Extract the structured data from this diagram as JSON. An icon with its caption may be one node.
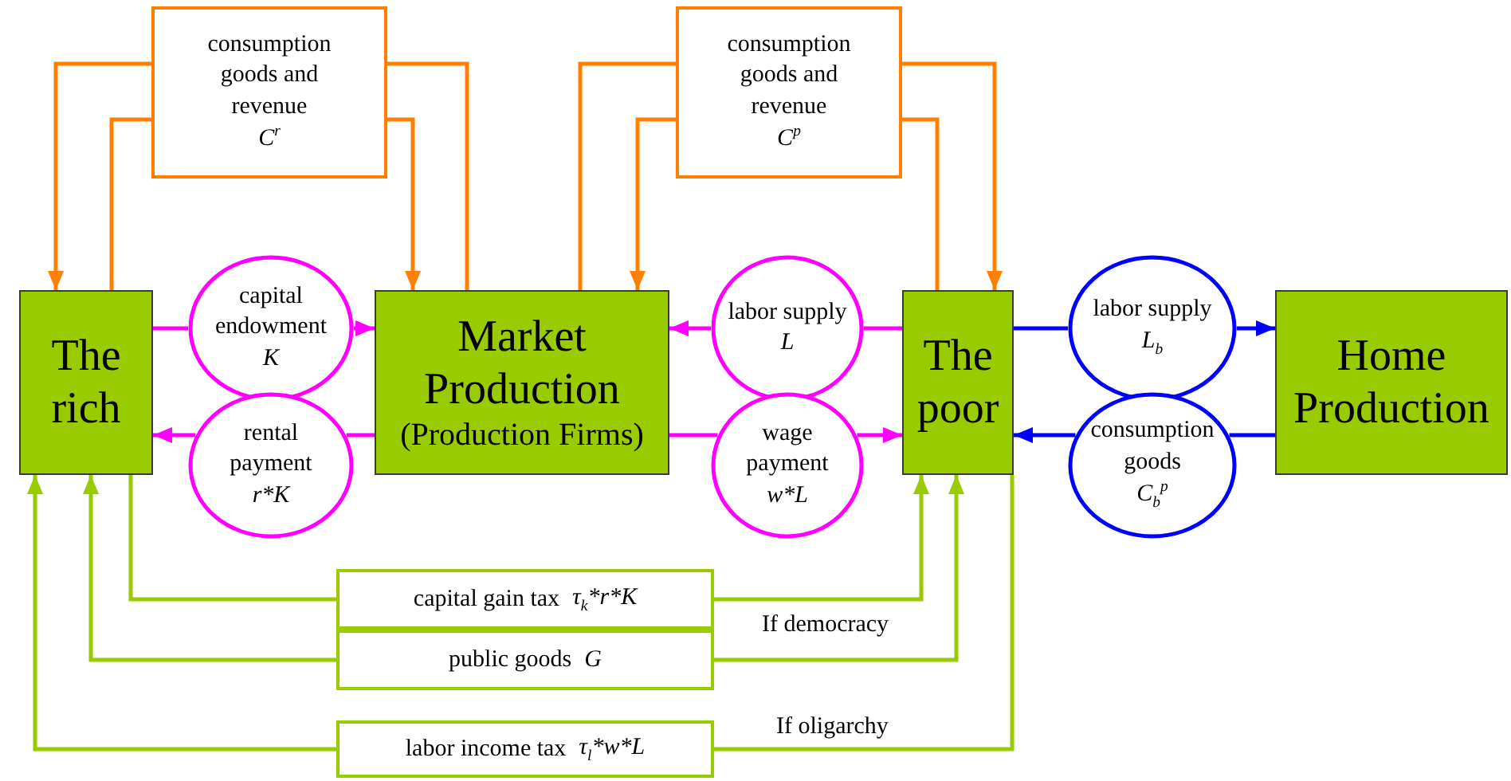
{
  "diagram": {
    "nodes": [
      {
        "text": [
          "The rich"
        ]
      },
      {
        "text": [
          "Market Production",
          "(Production Firms)"
        ]
      },
      {
        "text": [
          "The poor"
        ]
      },
      {
        "text": [
          "Home Production"
        ]
      },
      {
        "text": [
          "consumption goods and revenue",
          "C$^{r}$"
        ]
      },
      {
        "text": [
          "consumption goods and revenue",
          "C$^{p}$"
        ]
      },
      {
        "text": [
          "capital endowment",
          "K"
        ]
      },
      {
        "text": [
          "rental payment",
          "r*K"
        ]
      },
      {
        "text": [
          "labor supply",
          "L"
        ]
      },
      {
        "text": [
          "wage payment",
          "w*L"
        ]
      },
      {
        "text": [
          "labor supply",
          "L$_{b}$"
        ]
      },
      {
        "text": [
          "consumption goods",
          "C$_{b}$$^{p}$"
        ]
      },
      {
        "text": [
          "capital gain tax",
          "τ$_{k}$*r*K"
        ]
      },
      {
        "text": [
          "public goods",
          "G"
        ]
      },
      {
        "text": [
          "labor income tax",
          "τ$_{l}$*w*L"
        ]
      }
    ],
    "edges": [
      {
        "from": 0,
        "to": 4,
        "arrow": "none",
        "color": "#ff8000"
      },
      {
        "from": 4,
        "to": 0,
        "arrow": "to",
        "color": "#ff8000"
      },
      {
        "from": 4,
        "to": 1,
        "arrow": "to",
        "color": "#ff8000"
      },
      {
        "from": 1,
        "to": 4,
        "arrow": "none",
        "color": "#ff8000"
      },
      {
        "from": 1,
        "to": 5,
        "arrow": "none",
        "color": "#ff8000"
      },
      {
        "from": 5,
        "to": 1,
        "arrow": "to",
        "color": "#ff8000"
      },
      {
        "from": 2,
        "to": 5,
        "arrow": "none",
        "color": "#ff8000"
      },
      {
        "from": 5,
        "to": 2,
        "arrow": "to",
        "color": "#ff8000"
      },
      {
        "from": 0,
        "to": 6,
        "arrow": "none",
        "color": "#ff00ff"
      },
      {
        "from": 6,
        "to": 1,
        "arrow": "to",
        "color": "#ff00ff"
      },
      {
        "from": 1,
        "to": 7,
        "arrow": "none",
        "color": "#ff00ff"
      },
      {
        "from": 7,
        "to": 0,
        "arrow": "to",
        "color": "#ff00ff"
      },
      {
        "from": 2,
        "to": 8,
        "arrow": "none",
        "color": "#ff00ff"
      },
      {
        "from": 8,
        "to": 1,
        "arrow": "to",
        "color": "#ff00ff"
      },
      {
        "from": 1,
        "to": 9,
        "arrow": "none",
        "color": "#ff00ff"
      },
      {
        "from": 9,
        "to": 2,
        "arrow": "to",
        "color": "#ff00ff"
      },
      {
        "from": 2,
        "to": 10,
        "arrow": "none",
        "color": "#0000ff"
      },
      {
        "from": 10,
        "to": 3,
        "arrow": "to",
        "color": "#0000ff"
      },
      {
        "from": 3,
        "to": 11,
        "arrow": "none",
        "color": "#0000ff"
      },
      {
        "from": 11,
        "to": 2,
        "arrow": "to",
        "color": "#0000ff"
      },
      {
        "from": 0,
        "to": 12,
        "arrow": "none",
        "color": "#99cc00"
      },
      {
        "from": 12,
        "to": 2,
        "arrow": "to",
        "color": "#99cc00"
      },
      {
        "from": 13,
        "to": 0,
        "arrow": "to",
        "color": "#99cc00"
      },
      {
        "from": 13,
        "to": 2,
        "arrow": "to",
        "color": "#99cc00"
      },
      {
        "from": 14,
        "to": 0,
        "arrow": "to",
        "color": "#99cc00"
      },
      {
        "from": 2,
        "to": 14,
        "arrow": "none",
        "color": "#99cc00"
      }
    ],
    "labels": [
      "If democracy",
      "If oligarchy"
    ]
  }
}
